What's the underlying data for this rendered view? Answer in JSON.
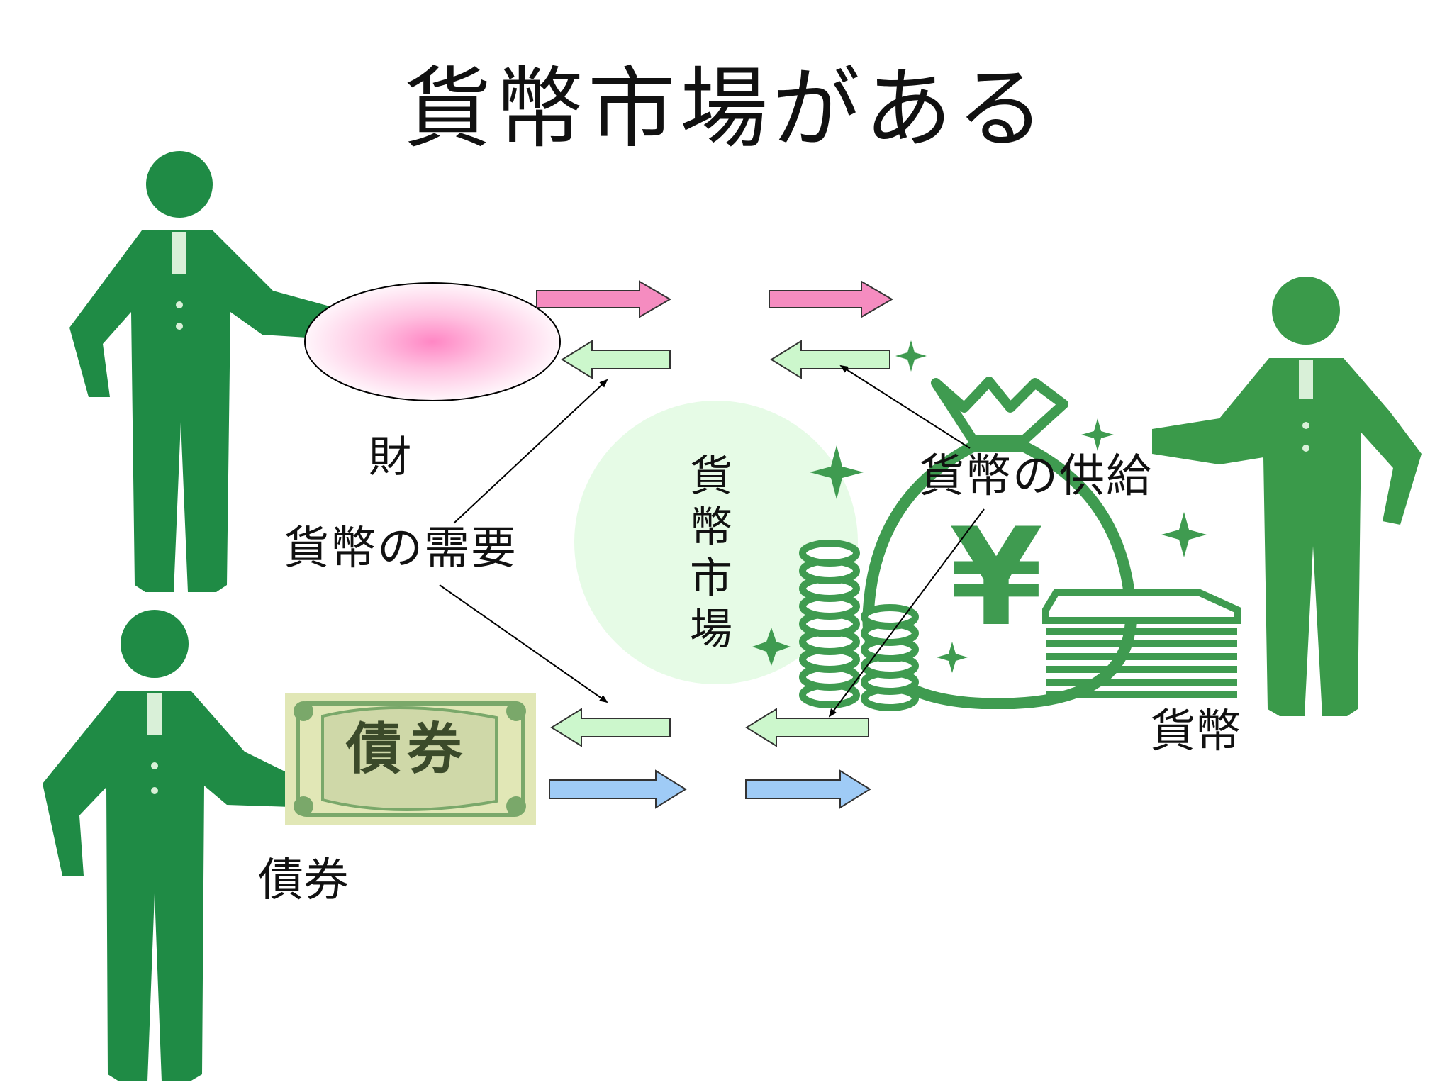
{
  "title": "貨幣市場がある",
  "labels": {
    "goods": "財",
    "demand": "貨幣の需要",
    "supply": "貨幣の供給",
    "money": "貨幣",
    "bond": "債券",
    "market": "貨幣市場"
  },
  "bond_certificate_text": "債券",
  "currency_symbol": "¥",
  "colors": {
    "person_green": "#1f8b45",
    "person_green_right": "#3a9a4a",
    "money_green": "#3f9b50",
    "goods_arrow_pink": "#f58cc0",
    "money_arrow_lightgreen": "#ccf7cc",
    "bond_arrow_blue": "#9fcbf6",
    "market_circle": "#e6fbe6",
    "bond_paper": "#e1e7b6",
    "bond_frame": "#7aa86a"
  }
}
